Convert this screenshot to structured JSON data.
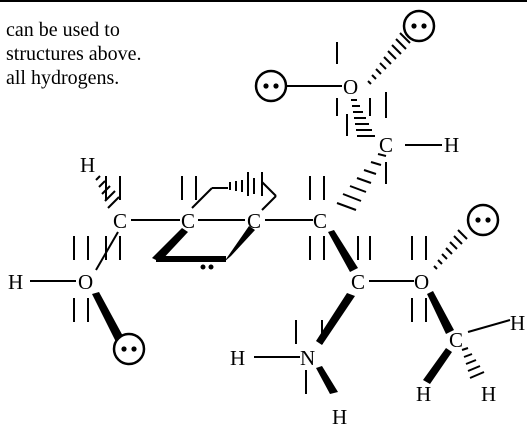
{
  "caption": {
    "line1": "can be used to",
    "line2": "structures above.",
    "line3": "all hydrogens."
  },
  "atoms": {
    "c_left": "C",
    "c_ring1": "C",
    "c_ring2": "C",
    "c_chain": "C",
    "c_upper": "C",
    "c_lower": "C",
    "c_methyl": "C",
    "o_top": "O",
    "o_left": "O",
    "o_right": "O",
    "n": "N",
    "h_upper_c": "H",
    "h_left_c": "H",
    "h_left_o": "H",
    "h_methyl_right": "H",
    "h_methyl_bl": "H",
    "h_methyl_br": "H",
    "h_n_left": "H",
    "h_n_bottom": "H"
  }
}
